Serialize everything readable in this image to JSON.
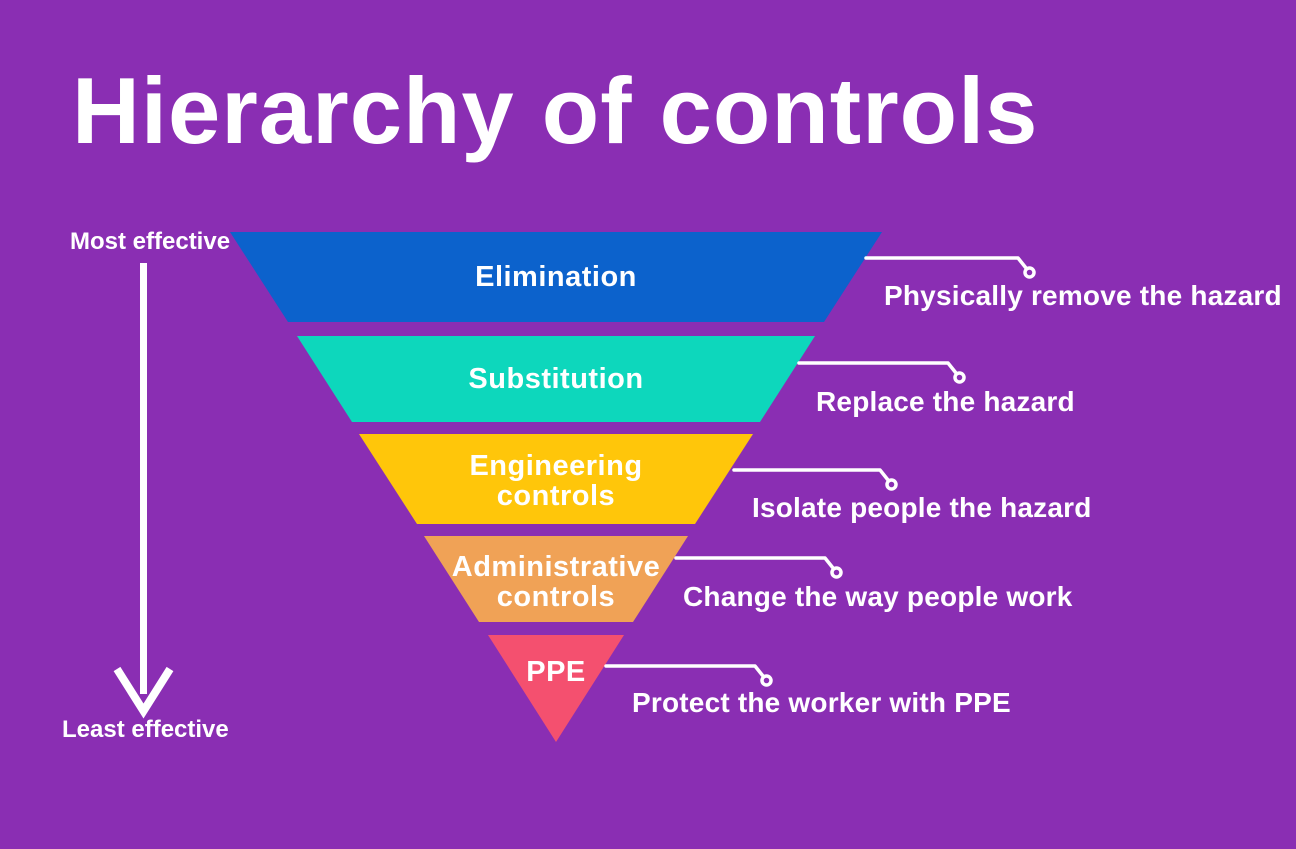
{
  "title": "Hierarchy of controls",
  "effectiveness": {
    "most": "Most effective",
    "least": "Least effective"
  },
  "colors": {
    "background": "#8A2EB3",
    "text": "#FFFFFF",
    "callout_line": "#FFFFFF",
    "arrow": "#FFFFFF",
    "elimination": "#0C62CC",
    "substitution": "#0DD7BC",
    "engineering": "#FFC60A",
    "administrative": "#F0A256",
    "ppe": "#F4506F"
  },
  "funnel": {
    "levels": [
      {
        "id": "elimination",
        "label_lines": [
          "Elimination"
        ],
        "color": "#0C62CC",
        "description": "Physically remove the hazard"
      },
      {
        "id": "substitution",
        "label_lines": [
          "Substitution"
        ],
        "color": "#0DD7BC",
        "description": "Replace the hazard"
      },
      {
        "id": "engineering-controls",
        "label_lines": [
          "Engineering",
          "controls"
        ],
        "color": "#FFC60A",
        "description": "Isolate people the hazard"
      },
      {
        "id": "administrative-controls",
        "label_lines": [
          "Administrative",
          "controls"
        ],
        "color": "#F0A256",
        "description": "Change the way people work"
      },
      {
        "id": "ppe",
        "label_lines": [
          "PPE"
        ],
        "color": "#F4506F",
        "description": "Protect the worker with PPE"
      }
    ]
  }
}
